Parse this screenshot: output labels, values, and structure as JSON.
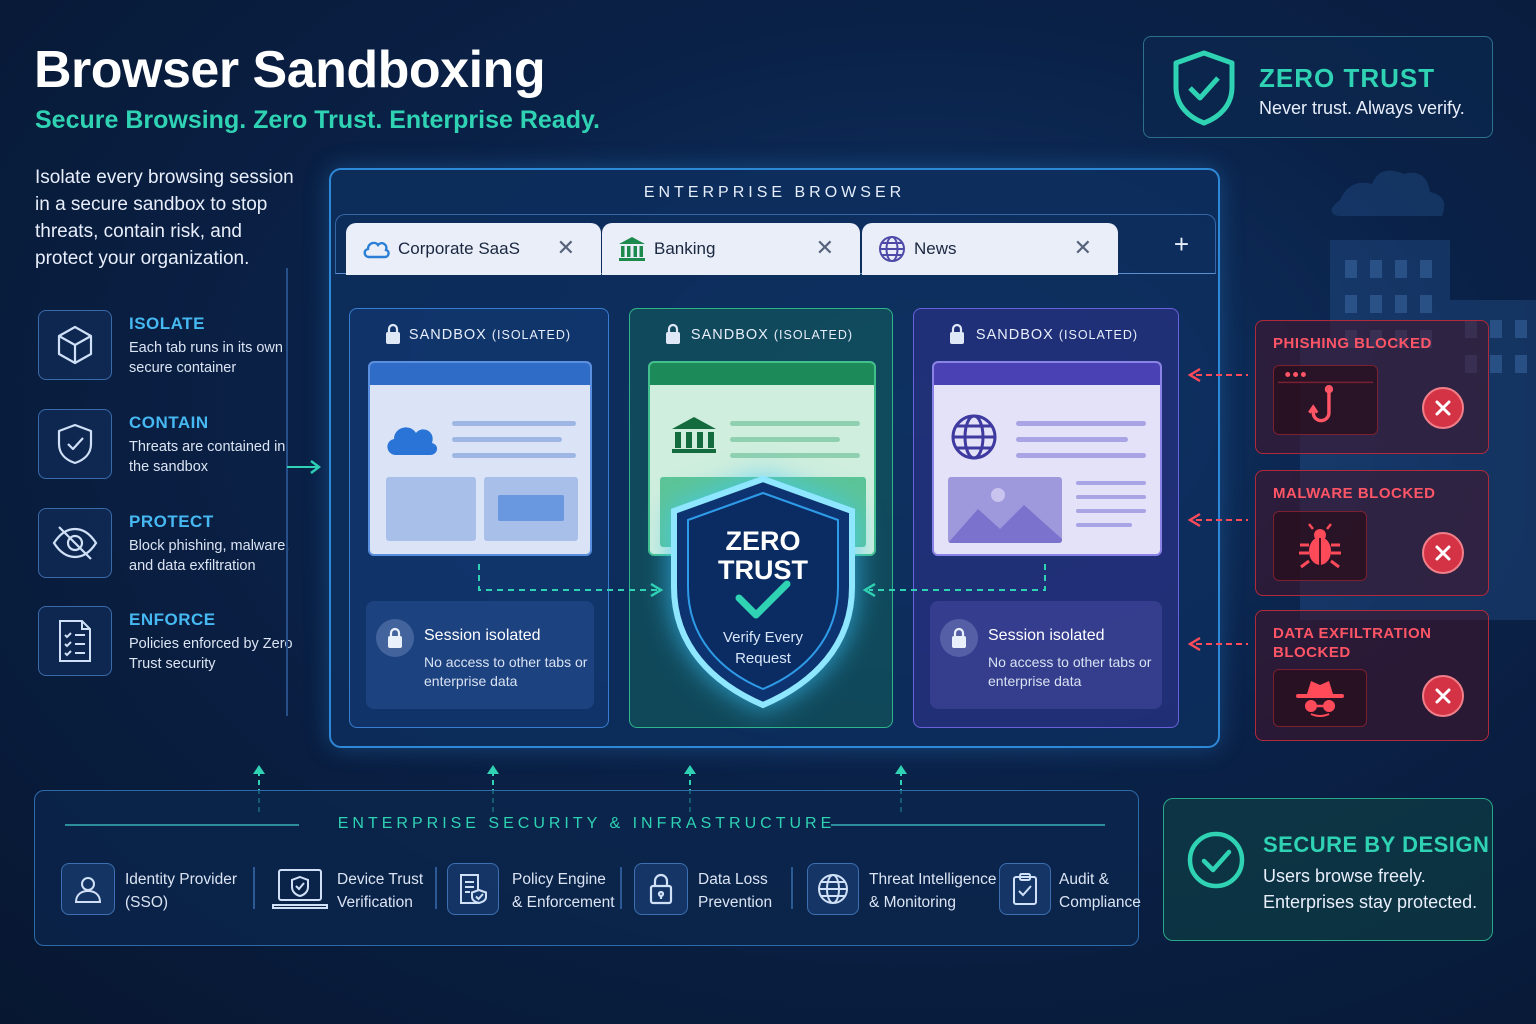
{
  "header": {
    "title": "Browser Sandboxing",
    "subtitle": "Secure Browsing. Zero Trust. Enterprise Ready.",
    "intro": "Isolate every browsing session in a secure sandbox to stop threats, contain risk, and protect your organization."
  },
  "features": [
    {
      "title": "ISOLATE",
      "desc": "Each tab runs in its own secure container",
      "icon": "cube-icon"
    },
    {
      "title": "CONTAIN",
      "desc": "Threats are contained in the sandbox",
      "icon": "shield-check-icon"
    },
    {
      "title": "PROTECT",
      "desc": "Block phishing, malware, and data exfiltration",
      "icon": "eye-off-icon"
    },
    {
      "title": "ENFORCE",
      "desc": "Policies enforced by Zero Trust security",
      "icon": "checklist-icon"
    }
  ],
  "zero_trust_badge": {
    "title": "ZERO TRUST",
    "subtitle": "Never trust. Always verify."
  },
  "browser": {
    "label": "ENTERPRISE BROWSER",
    "tabs": [
      {
        "label": "Corporate SaaS",
        "icon": "cloud-icon",
        "close": "✕"
      },
      {
        "label": "Banking",
        "icon": "bank-icon",
        "close": "✕"
      },
      {
        "label": "News",
        "icon": "globe-icon",
        "close": "✕"
      }
    ],
    "add_tab": "+",
    "sandboxes": [
      {
        "label": "SANDBOX",
        "tag": "(ISOLATED)"
      },
      {
        "label": "SANDBOX",
        "tag": "(ISOLATED)"
      },
      {
        "label": "SANDBOX",
        "tag": "(ISOLATED)"
      }
    ],
    "sessions": [
      {
        "title": "Session isolated",
        "desc": "No access to other tabs or enterprise data"
      },
      {
        "title": "Session isolated",
        "desc": "No access to other tabs or enterprise data"
      }
    ],
    "shield": {
      "line1": "ZERO",
      "line2": "TRUST",
      "caption1": "Verify Every",
      "caption2": "Request"
    }
  },
  "threats": [
    {
      "title": "PHISHING BLOCKED",
      "icon": "phishing-hook-icon"
    },
    {
      "title": "MALWARE BLOCKED",
      "icon": "bug-icon"
    },
    {
      "title": "DATA EXFILTRATION BLOCKED",
      "icon": "spy-icon"
    }
  ],
  "infrastructure": {
    "label": "ENTERPRISE SECURITY & INFRASTRUCTURE",
    "items": [
      {
        "line1": "Identity Provider",
        "line2": "(SSO)",
        "icon": "user-icon"
      },
      {
        "line1": "Device Trust",
        "line2": "Verification",
        "icon": "laptop-shield-icon"
      },
      {
        "line1": "Policy Engine",
        "line2": "& Enforcement",
        "icon": "policy-doc-icon"
      },
      {
        "line1": "Data Loss",
        "line2": "Prevention",
        "icon": "lock-icon"
      },
      {
        "line1": "Threat Intelligence",
        "line2": "& Monitoring",
        "icon": "globe-icon"
      },
      {
        "line1": "Audit &",
        "line2": "Compliance",
        "icon": "clipboard-check-icon"
      }
    ]
  },
  "secure_by_design": {
    "title": "SECURE BY DESIGN",
    "desc": "Users browse freely. Enterprises stay protected."
  },
  "colors": {
    "accent_teal": "#2fd3b4",
    "accent_blue": "#46b8f2",
    "threat_red": "#ff5566",
    "browser_border": "#2e88d8"
  }
}
